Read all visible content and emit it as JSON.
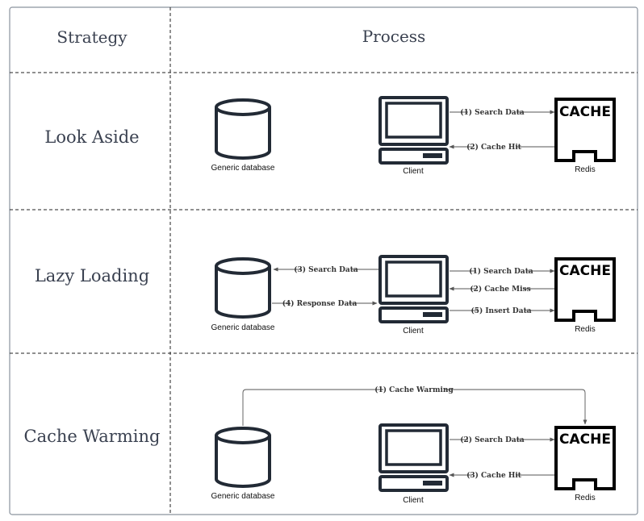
{
  "headers": {
    "strategy": "Strategy",
    "process": "Process"
  },
  "rows": [
    {
      "strategy": "Look Aside",
      "database_label": "Generic database",
      "client_label": "Client",
      "cache_text": "CACHE",
      "cache_label": "Redis",
      "edges": [
        {
          "label": "(1) Search Data",
          "from": "client",
          "to": "cache",
          "lane": 0
        },
        {
          "label": "(2) Cache Hit",
          "from": "cache",
          "to": "client",
          "lane": 1
        }
      ]
    },
    {
      "strategy": "Lazy Loading",
      "database_label": "Generic database",
      "client_label": "Client",
      "cache_text": "CACHE",
      "cache_label": "Redis",
      "edges": [
        {
          "label": "(3) Search Data",
          "from": "client",
          "to": "database",
          "lane": 0
        },
        {
          "label": "(4) Response Data",
          "from": "database",
          "to": "client",
          "lane": 1
        },
        {
          "label": "(1) Search Data",
          "from": "client",
          "to": "cache",
          "lane": 0
        },
        {
          "label": "(2) Cache Miss",
          "from": "cache",
          "to": "client",
          "lane": 1
        },
        {
          "label": "(5) Insert Data",
          "from": "client",
          "to": "cache",
          "lane": 2
        }
      ]
    },
    {
      "strategy": "Cache Warming",
      "database_label": "Generic database",
      "client_label": "Client",
      "cache_text": "CACHE",
      "cache_label": "Redis",
      "edges": [
        {
          "label": "(1) Cache Warming",
          "from": "database",
          "to": "cache",
          "lane": "over"
        },
        {
          "label": "(2) Search Data",
          "from": "client",
          "to": "cache",
          "lane": 0
        },
        {
          "label": "(3) Cache Hit",
          "from": "cache",
          "to": "client",
          "lane": 1
        }
      ]
    }
  ]
}
